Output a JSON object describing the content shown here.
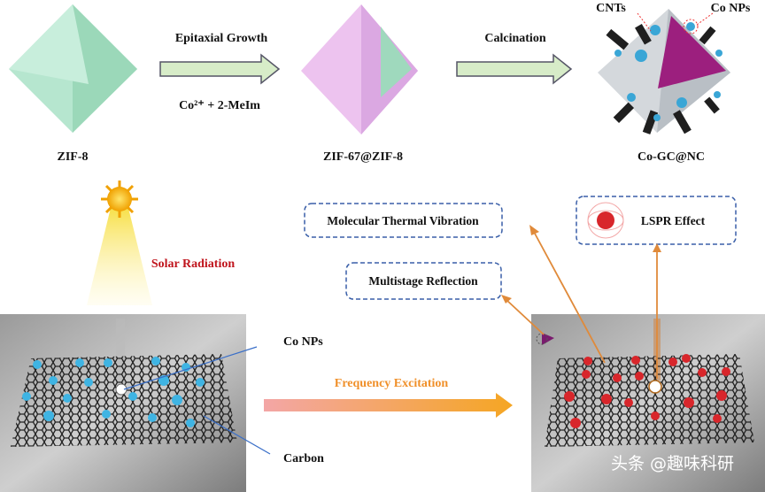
{
  "synthesis": {
    "zif8_label": "ZIF-8",
    "step1_label": "Epitaxial Growth",
    "step1_reagents": "Co²⁺ + 2-MeIm",
    "core_shell_label": "ZIF-67@ZIF-8",
    "step2_label": "Calcination",
    "product_label": "Co-GC@NC",
    "cnts_label": "CNTs",
    "co_nps_label": "Co NPs"
  },
  "mechanism": {
    "solar_label": "Solar Radiation",
    "co_nps_label": "Co NPs",
    "carbon_label": "Carbon",
    "excitation_label": "Frequency Excitation",
    "boxes": {
      "thermal": "Molecular Thermal Vibration",
      "lspr": "LSPR Effect",
      "reflection": "Multistage Reflection"
    }
  },
  "watermark": "头条 @趣味科研",
  "colors": {
    "zif8": "#a8e0c4",
    "zif67": "#e6b3ea",
    "product_core": "#8a1f6e",
    "co_particle": "#3aa6d6",
    "hot_particle": "#d8262b",
    "solar_text": "#c0151d",
    "excitation_text": "#f0902a",
    "box_border": "#3a5fa8"
  }
}
